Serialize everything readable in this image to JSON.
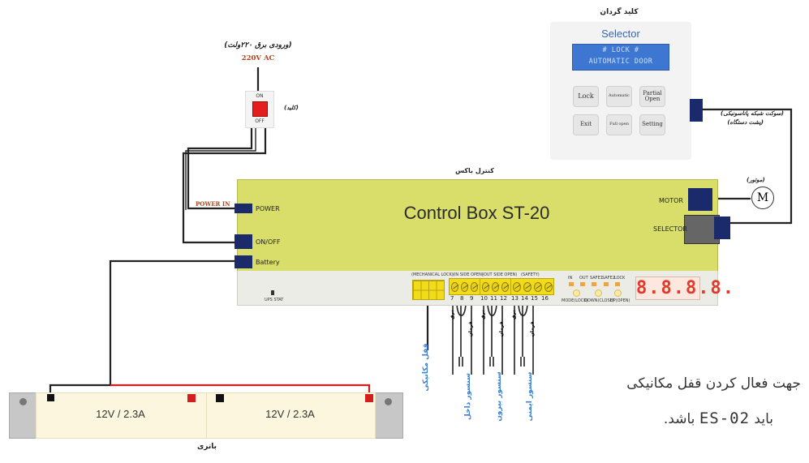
{
  "power_input": {
    "title_fa": "(ورودی برق ۲۲۰ولت)",
    "voltage": "220V AC"
  },
  "switch": {
    "on": "ON",
    "off": "OFF",
    "label_fa": "(کلید)"
  },
  "selector": {
    "title_fa": "کلید گردان",
    "brand": "Selector",
    "lcd_line1": "# LOCK #",
    "lcd_line2": "AUTOMATIC DOOR",
    "buttons": [
      "Lock",
      "Automatic",
      "Partial Open",
      "Exit",
      "Full open",
      "Setting"
    ],
    "socket_fa_line1": "(سوکت شبکه پاناسونیکی)",
    "socket_fa_line2": "(پشت دستگاه)"
  },
  "control_box": {
    "caption_fa": "کنترل باکس",
    "title": "Control Box ST-20",
    "left_ports": [
      "POWER",
      "ON/OFF",
      "Battery"
    ],
    "power_in_label": "POWER IN",
    "right_ports": [
      "MOTOR",
      "SELECTOR"
    ],
    "motor_fa": "(موتور)",
    "motor_symbol": "M",
    "ups_label": "UPS STAT",
    "mech_lock_label": "(MECHANICAL LOCK)",
    "in_side_label": "(IN SIDE OPEN)",
    "out_side_label": "(OUT SIDE OPEN)",
    "safety_label": "(SAFETY)",
    "terminal_numbers": [
      "7",
      "8",
      "9",
      "10",
      "11",
      "12",
      "13",
      "14",
      "15",
      "16"
    ],
    "led_labels": [
      "IN",
      "OUT",
      "SAFE1",
      "SAFE2",
      "LOCK"
    ],
    "bottom_buttons": [
      "MODE(LOCK)",
      "DOWN(CLOSE)",
      "UP(OPEN)"
    ],
    "display": "8.8.8.8."
  },
  "wire_labels_fa": {
    "mechanical_lock": "قفل مکانیکی",
    "sensor_inside": "سنسور داخل",
    "sensor_outside": "سنسور بیرون",
    "sensor_safety": "سنسور ایمنی",
    "power": "برق",
    "signal": "فرمان"
  },
  "battery": {
    "cell_left": "12V / 2.3A",
    "cell_right": "12V / 2.3A",
    "caption_fa": "باتری"
  },
  "note_fa": {
    "line1": "جهت فعال کردن قفل مکانیکی",
    "line2_pre": "باید",
    "code": "ES-02",
    "line2_post": "باشد."
  },
  "colors": {
    "box": "#d9de6a",
    "connector": "#1b2a6b",
    "wire": "#222222",
    "red_wire": "#d21e1e",
    "terminal": "#f2dc1a",
    "lcd": "#3d77d1",
    "label_blue": "#3f7fd1"
  }
}
